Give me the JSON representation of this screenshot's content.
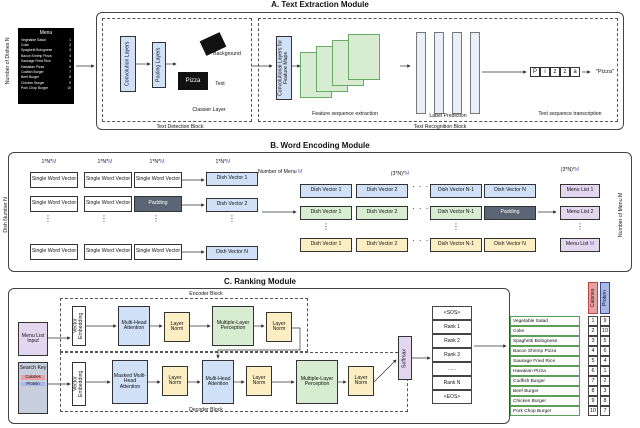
{
  "module_a": {
    "title": "A. Text Extraction Module",
    "menu_title": "Menu",
    "menu_items": [
      {
        "name": "Vegetable Salad",
        "price": "1"
      },
      {
        "name": "Coke",
        "price": "2"
      },
      {
        "name": "Spaghetti Bolognese",
        "price": "3"
      },
      {
        "name": "Bacon Shrimp Pizza",
        "price": "4"
      },
      {
        "name": "Sausage Fried Rice",
        "price": "5"
      },
      {
        "name": "Hawaiian Pizza",
        "price": "6"
      },
      {
        "name": "Codfish Burger",
        "price": "7"
      },
      {
        "name": "Beef Burger",
        "price": "8"
      },
      {
        "name": "Chicken Burger",
        "price": "9"
      },
      {
        "name": "Pork Chop Burger",
        "price": "10"
      }
    ],
    "number_of_dishes": "Number of Dishes N",
    "conv_layers": "Convolution Layers",
    "pooling_layers": "Pooling Layers",
    "background": "Background",
    "text": "Text",
    "pizza_word": "Pizza",
    "classier_layer": "Classier Layer",
    "text_detection_block": "Text Detection Block",
    "conv_feature_maps": "Convolutional Layers for Feature Maps",
    "feature_seq": "Feature sequence extraction",
    "label_prediction": "Label Prediction",
    "text_recognition_block": "Text Recognition Block",
    "text_seq_transcription": "Text sequence transcription",
    "letters": [
      "P",
      "i",
      "z",
      "z",
      "a"
    ],
    "output": "\"Pizza\""
  },
  "module_b": {
    "title": "B. Word Encoding Module",
    "dim_label": "1*N*",
    "dim_m": "M",
    "dish_number": "Dish Number N",
    "single_word_vector": "Single Word Vector",
    "padding": "Padding",
    "dish_vector_1": "Dish Vector 1",
    "dish_vector_2": "Dish Vector 2",
    "dish_vector_n": "Dish Vector N",
    "dish_vector_n1": "Dish Vector N-1",
    "number_of_menu": "Number of Menu",
    "three_n": "(3*N)*",
    "menu_list_1": "Menu List 1",
    "menu_list_2": "Menu List 2",
    "menu_list_m": "Menu List",
    "number_of_menu_m": "Number of Menu M"
  },
  "module_c": {
    "title": "C. Ranking Module",
    "encoder_block": "Encoder Block",
    "decoder_block": "Decoder Block",
    "menu_list_input": "Menu List Input",
    "search_key": "Search Key",
    "calories": "Calories",
    "protein": "Protein",
    "vector_embedding": "Vector Embedding",
    "multi_head_attention": "Multi-Head Attention",
    "masked_attention": "Masked Multi-Head Attention",
    "layer_norm": "Layer Norm",
    "mlp": "Multiple-Layer Perception",
    "softmax": "Softmax",
    "ranks": [
      "<SOS>",
      "Rank 1",
      "Rank 2",
      "Rank 3",
      "......",
      "Rank N",
      "<EOS>"
    ],
    "foods": [
      "Vegetable Salad",
      "Coke",
      "Spaghetti Bolognese",
      "Bacon Shrimp Pizza",
      "Sausage Fried Rice",
      "Hawaiian Pizza",
      "Codfish Burger",
      "Beef Burger",
      "Chicken Burger",
      "Pork Chop Burger"
    ],
    "calories_col": [
      "1",
      "2",
      "3",
      "4",
      "5",
      "6",
      "7",
      "8",
      "9",
      "10"
    ],
    "protein_col": [
      "9",
      "10",
      "5",
      "6",
      "4",
      "1",
      "2",
      "3",
      "8",
      "7"
    ]
  },
  "colors": {
    "blue": "#cfe0f7",
    "green": "#d7ecd0",
    "yellow": "#fbeec3",
    "purple": "#e3d7f0",
    "calories": "#e8a0a0",
    "protein": "#a8b8e8",
    "accent_m": "#7b5fc7"
  }
}
